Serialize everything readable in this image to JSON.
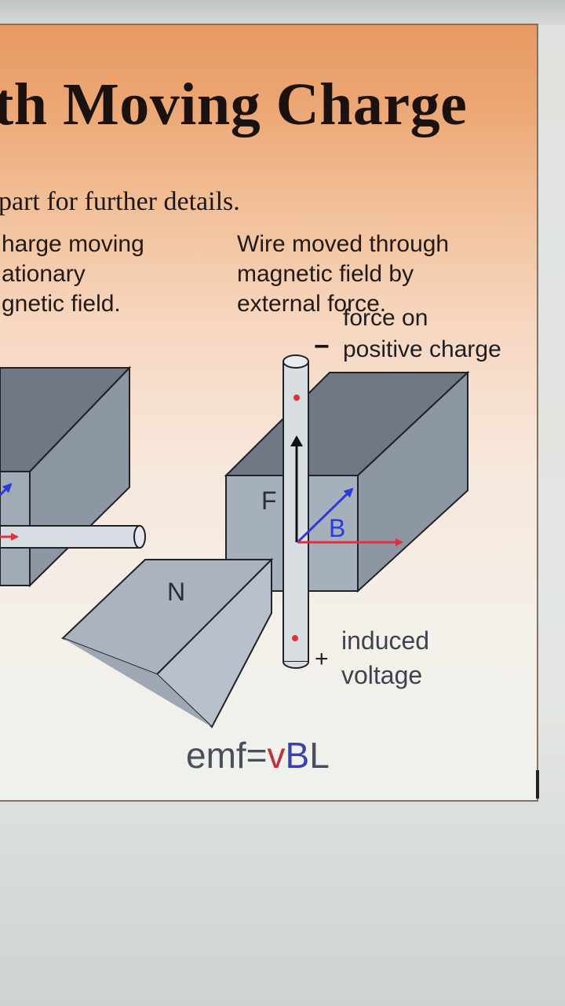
{
  "heading": "th Moving Charge",
  "subtitle": "part for further details.",
  "left_text": [
    "harge moving",
    "ationary",
    "gnetic field."
  ],
  "right_text": [
    "Wire moved through",
    "magnetic field by",
    "external force."
  ],
  "labels": {
    "force_line1": "force on",
    "force_line2": "positive charge",
    "minus": "−",
    "plus": "+",
    "induced_line1": "induced",
    "induced_line2": "voltage",
    "F": "F",
    "B": "B",
    "N": "N"
  },
  "equation": {
    "prefix": "emf=",
    "v": "v",
    "B": "B",
    "L": "L"
  },
  "colors": {
    "velocity_arrow": "#e0303a",
    "field_arrow": "#2c3bd8",
    "force_arrow": "#111111",
    "magnet": "#9aa5b3",
    "v_text": "#c0303a",
    "B_text": "#3b3fb0",
    "eq_text": "#4a4f5c"
  }
}
